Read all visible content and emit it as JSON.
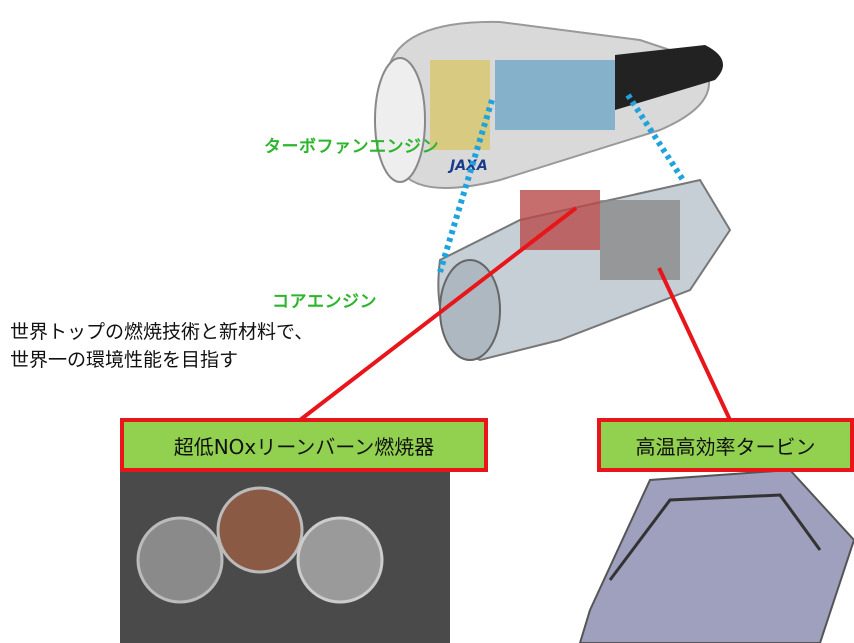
{
  "labels": {
    "turbofan": "ターボファンエンジン",
    "core": "コアエンジン",
    "logo": "JAXA"
  },
  "caption": {
    "line1": "世界トップの燃焼技術と新材料で、",
    "line2": "世界一の環境性能を目指す"
  },
  "callouts": {
    "combustor": "超低NOxリーンバーン燃焼器",
    "turbine": "高温高効率タービン"
  },
  "colors": {
    "label_green": "#2db52d",
    "callout_fill": "#92d050",
    "callout_border": "#e8161b",
    "connector_blue": "#1fa3dc"
  }
}
